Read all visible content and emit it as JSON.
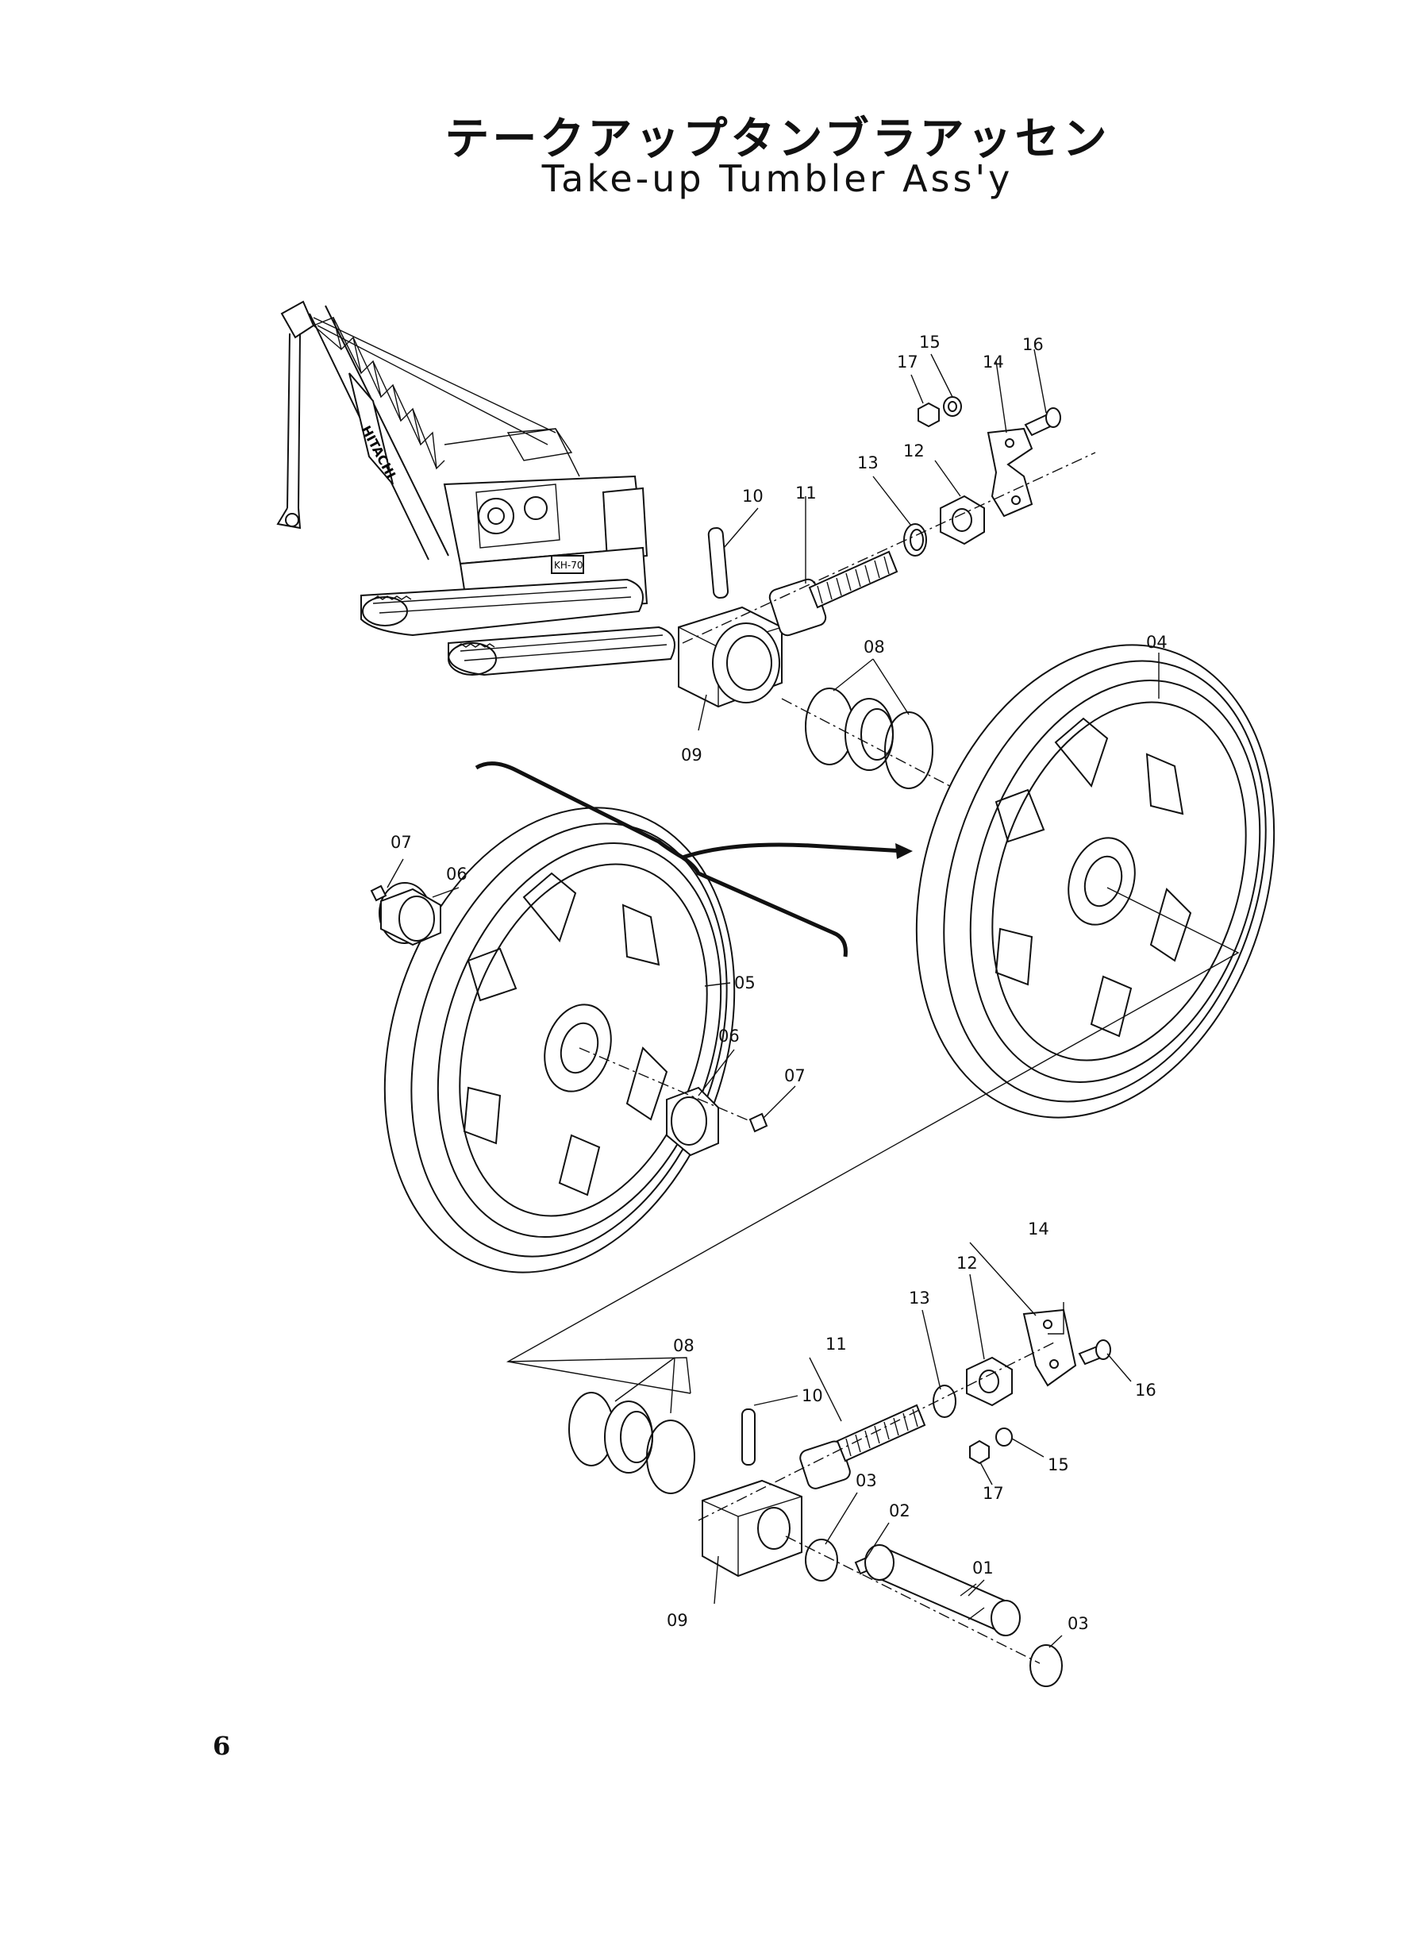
{
  "title_jp": "テークアップタンブラアッセン",
  "title_en": "Take-up Tumbler Ass'y",
  "page_number": "6",
  "callouts": {
    "c01": "01",
    "c02": "02",
    "c03a": "03",
    "c03b": "03",
    "c04": "04",
    "c05": "05",
    "c06a": "06",
    "c06b": "06",
    "c07a": "07",
    "c07b": "07",
    "c08a": "08",
    "c08b": "08",
    "c09a": "09",
    "c09b": "09",
    "c10a": "10",
    "c10b": "10",
    "c11a": "11",
    "c11b": "11",
    "c12a": "12",
    "c12b": "12",
    "c13a": "13",
    "c13b": "13",
    "c14a": "14",
    "c14b": "14",
    "c15a": "15",
    "c15b": "15",
    "c16a": "16",
    "c16b": "16",
    "c17a": "17",
    "c17b": "17"
  },
  "machine_labels": {
    "boom_brand": "HITACHI",
    "model": "KH-70"
  },
  "colors": {
    "ink": "#111111",
    "paper": "#ffffff"
  }
}
